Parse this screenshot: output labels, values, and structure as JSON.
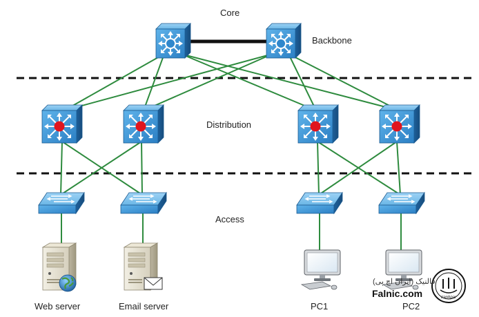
{
  "layers": {
    "core": "Core",
    "backbone": "Backbone",
    "distribution": "Distribution",
    "access": "Access"
  },
  "devices": {
    "web_server": "Web server",
    "email_server": "Email server",
    "pc1": "PC1",
    "pc2": "PC2"
  },
  "watermark": {
    "brand": "Falnic.com",
    "persian": "فالنیک (ایران اچ پی)",
    "logo_text": "iranhpar"
  },
  "colors": {
    "link_green": "#2e8b3e",
    "backbone_black": "#111111",
    "device_blue": "#3a8fd0",
    "device_blue_dark": "#1f5f99",
    "router_red": "#e0141e",
    "divider": "#111111"
  },
  "icons": {
    "core_switch": "multilayer-switch-icon",
    "distribution_switch": "router-switch-icon",
    "access_switch": "workgroup-switch-icon",
    "server": "server-icon",
    "pc": "workstation-icon"
  }
}
